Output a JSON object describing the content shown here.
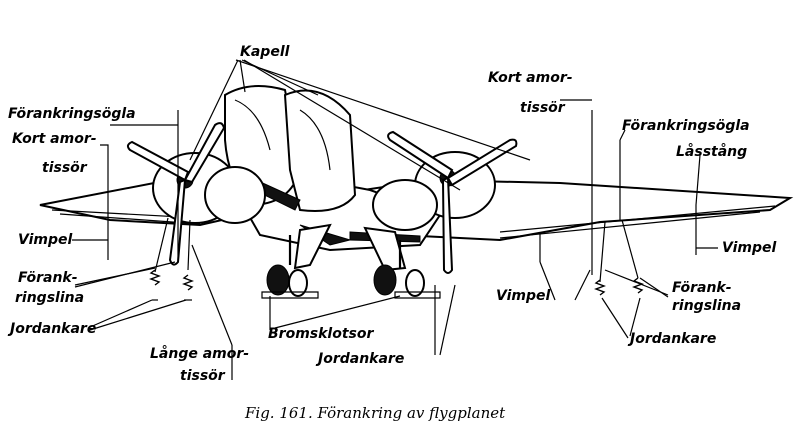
{
  "labels": {
    "kapell": "Kapell",
    "forankringsogla_left": "Förankringsögla",
    "kort_amortissor_left_1": "Kort amor-",
    "kort_amortissor_left_2": "tissör",
    "vimpel_left": "Vimpel",
    "forankringslina_left_1": "Förank-",
    "forankringslina_left_2": "ringslina",
    "jordankare_left": "Jordankare",
    "lang_amortissor_1": "Långe amor-",
    "lang_amortissor_2": "tissör",
    "bromsklotsor": "Bromsklotsor",
    "jordankare_center": "Jordankare",
    "kort_amortissor_right_1": "Kort amor-",
    "kort_amortissor_right_2": "tissör",
    "forankringsogla_right": "Förankringsögla",
    "lasstang": "Låsstång",
    "vimpel_right": "Vimpel",
    "vimpel_center_right": "Vimpel",
    "forankringslina_right_1": "Förank-",
    "forankringslina_right_2": "ringslina",
    "jordankare_right": "Jordankare"
  },
  "caption": "Fig. 161. Förankring av flygplanet"
}
